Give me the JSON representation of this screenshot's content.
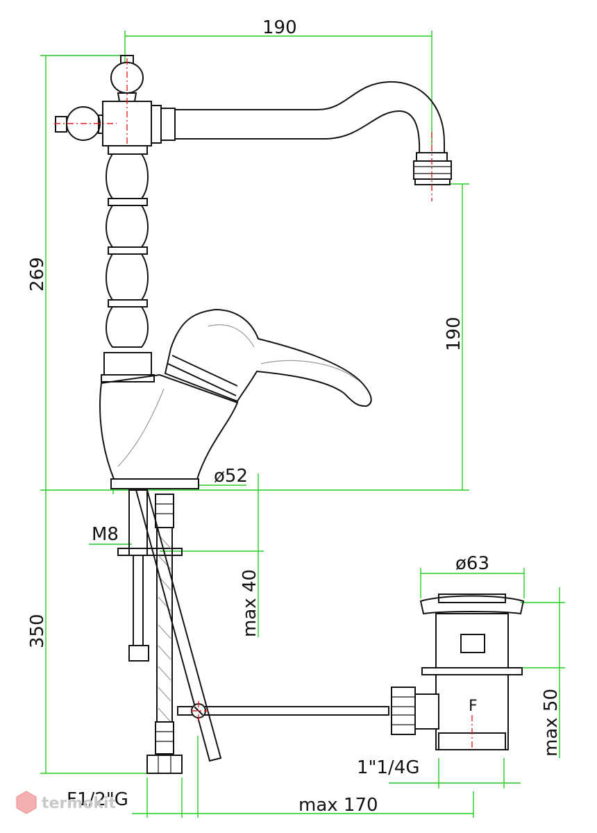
{
  "dimensions": {
    "spout_reach": "190",
    "total_height": "269",
    "spout_height": "190",
    "base_diameter": "ø52",
    "stud_thread": "M8",
    "max_thickness": "max 40",
    "under_length": "350",
    "waste_diameter": "ø63",
    "waste_max_height": "max 50",
    "waste_thread": "1\"1/4G",
    "hose_thread": "F1/2\"G",
    "rod_max": "max 170"
  },
  "waste_mark": "F",
  "watermark": "termokit",
  "colors": {
    "dimension_line": "#22cc22",
    "center_line": "#e02020",
    "outline": "#111111"
  }
}
